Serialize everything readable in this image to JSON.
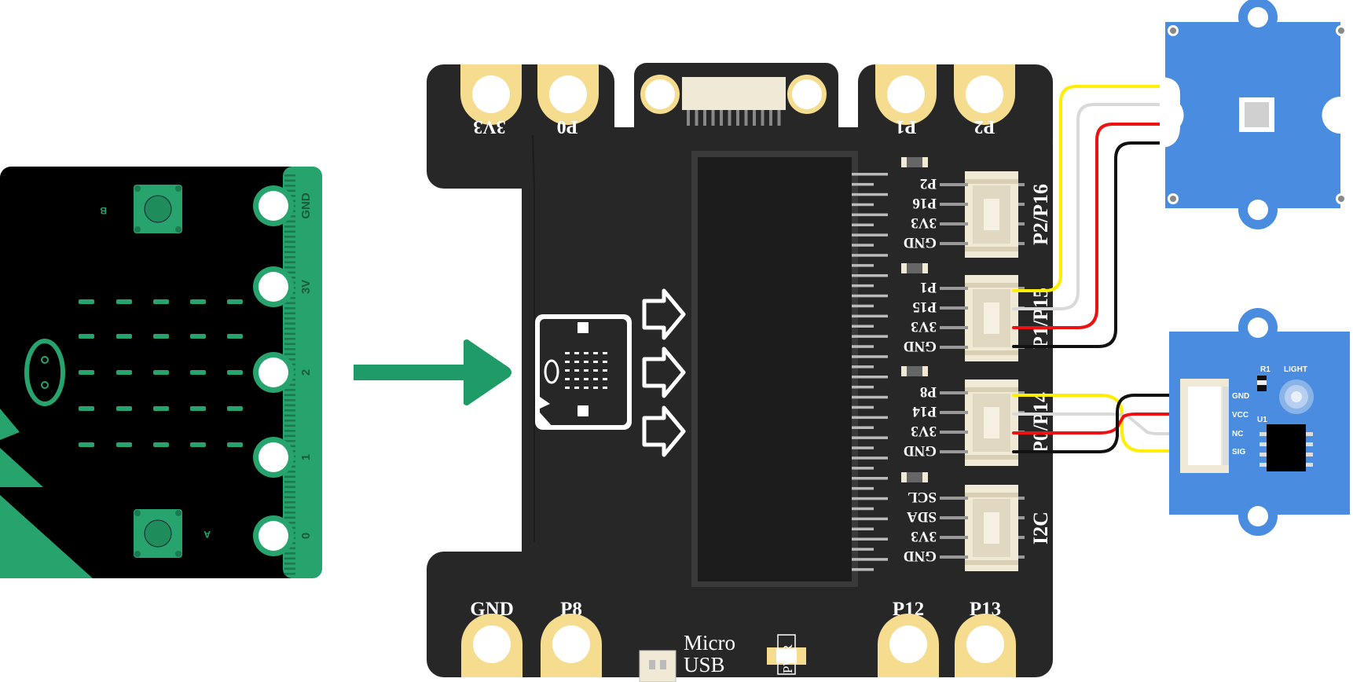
{
  "colors": {
    "microbit_green": "#27a36d",
    "board_black": "#272727",
    "pad_gold": "#f5dc8f",
    "connector_white": "#efe9d6",
    "module_blue": "#4a8de0",
    "wire_yellow": "#ffee00",
    "wire_white": "#d9d9d9",
    "wire_red": "#ee1111",
    "wire_black": "#111111",
    "arrow_green": "#1e9b66"
  },
  "icons": {
    "insert_arrow": "green-right-arrow-icon",
    "mini_microbit": "microbit-outline-icon",
    "hollow_arrow": "hollow-right-arrow-icon"
  },
  "microbit": {
    "button_b": "B",
    "button_a": "A",
    "edge_labels": [
      "GND",
      "3V",
      "2",
      "1",
      "0"
    ]
  },
  "board": {
    "top_pads": [
      "3V3",
      "P0",
      "P1",
      "P2"
    ],
    "bottom_pads": [
      "GND",
      "P8",
      "P12",
      "P13"
    ],
    "micro_usb": [
      "Micro",
      "USB"
    ],
    "pwr_label": "PWR",
    "ports": [
      {
        "name": "P2/P16",
        "pins": [
          "P2",
          "P16",
          "3V3",
          "GND"
        ]
      },
      {
        "name": "P1/P15",
        "pins": [
          "P1",
          "P15",
          "3V3",
          "GND"
        ]
      },
      {
        "name": "P0/P14",
        "pins": [
          "P8",
          "P14",
          "3V3",
          "GND"
        ]
      },
      {
        "name": "I2C",
        "pins": [
          "SCL",
          "SDA",
          "3V3",
          "GND"
        ]
      }
    ]
  },
  "light_module": {
    "pins": [
      "GND",
      "VCC",
      "NC",
      "SIG"
    ],
    "r1": "R1",
    "light": "LIGHT",
    "u1": "U1"
  }
}
